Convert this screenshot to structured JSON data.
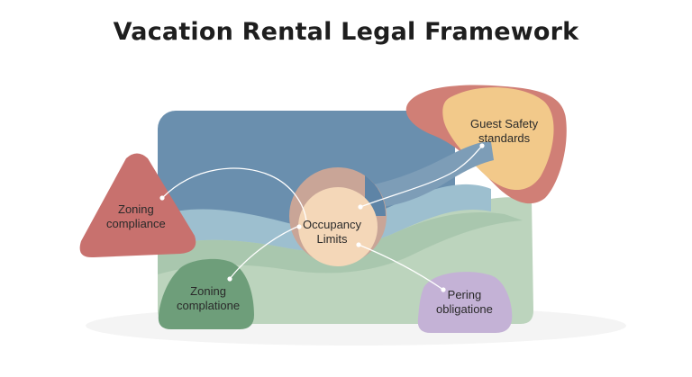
{
  "title": "Vacation Rental Legal Framework",
  "nodes": {
    "zoning_compliance": {
      "line1": "Zoning",
      "line2": "compliance",
      "color": "#c8716e"
    },
    "zoning_complatione": {
      "line1": "Zoning",
      "line2": "complatione",
      "color": "#6e9e7a"
    },
    "occupancy_limits": {
      "line1": "Occupancy",
      "line2": "Limits",
      "color": "#f4d7b8"
    },
    "guest_safety": {
      "line1": "Guest Safety",
      "line2": "standards",
      "color": "#f2c98a"
    },
    "pering_obligatione": {
      "line1": "Pering",
      "line2": "obligatione",
      "color": "#c4b2d6"
    }
  },
  "colors": {
    "blue_band": "#6a8fae",
    "green_field": "#bcd4bd",
    "light_blue": "#9dbfcf",
    "salmon": "#d07f76",
    "connector": "#ffffff"
  }
}
